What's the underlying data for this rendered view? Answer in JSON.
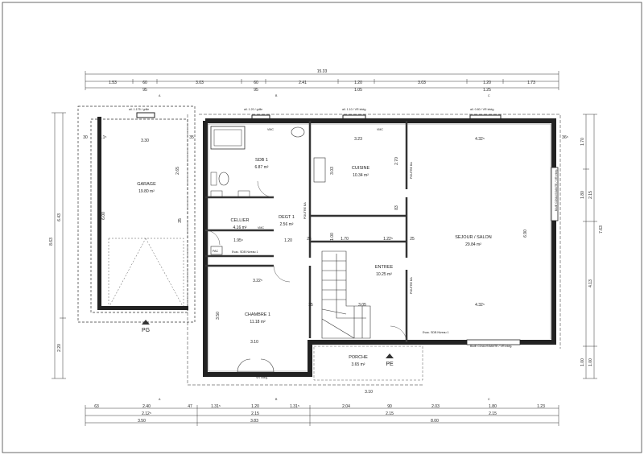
{
  "rooms": {
    "garage": {
      "name": "GARAGE",
      "area": "19.80 m²"
    },
    "sdb": {
      "name": "SDB 1",
      "area": "6.87 m²"
    },
    "cuisine": {
      "name": "CUISINE",
      "area": "10.34 m²"
    },
    "sejour": {
      "name": "SEJOUR / SALON",
      "area": "29.84 m²"
    },
    "cellier": {
      "name": "CELLIER",
      "area": "4.16 m²"
    },
    "degt": {
      "name": "DEGT 1",
      "area": "2.56 m²"
    },
    "entree": {
      "name": "ENTREE",
      "area": "10.25 m²"
    },
    "chambre": {
      "name": "CHAMBRE 1",
      "area": "11.18 m²"
    },
    "porche": {
      "name": "PORCHE",
      "area": "3.65 m²"
    }
  },
  "markers": {
    "pg": "PG",
    "pe": "PE",
    "pac": "PAC",
    "a": "A",
    "b": "B",
    "c": "C"
  },
  "openings": {
    "garage_win": "ail. 1.175 / grille",
    "sdb_win": "ail. 1.20 / grille",
    "cuisine_win": "all. 1.10 / VR intég.",
    "sejour_win": "all. 0.80 / VR intég.",
    "baie_right": "BAIE COULISSANTE / VR intég.",
    "baie_bottom": "BAIE COULISSANTE / VR intég.",
    "chambre_win": "VR intég.",
    "evac_cellier": "Evac. SDB Niveau 1",
    "evac_entree": "Evac. SDB Niveau 1",
    "poutre": "POUTRE BA",
    "vmc": "VMC"
  },
  "dims_top": {
    "total": "15.33",
    "row1": [
      "1.53",
      "60",
      "3.03",
      "60",
      "2.41",
      "1.20",
      "3.03",
      "1.20",
      "1.73"
    ],
    "row2": [
      "95",
      "95",
      "1.05",
      "1.25"
    ]
  },
  "dims_bottom": {
    "row1": [
      "63",
      "2.40",
      "47",
      "1.31⁵",
      "1.20",
      "1.31⁵",
      "2.04",
      "90",
      "2.03",
      "1.80",
      "1.23"
    ],
    "row2": [
      "2.12⁵",
      "2.15",
      "2.15",
      "2.15"
    ],
    "row3": [
      "3.50",
      "3.83",
      "8.00"
    ],
    "porche": "3.10"
  },
  "dims_left": {
    "total": "8.63",
    "upper": "6.43",
    "lower": "2.20"
  },
  "dims_right": {
    "total": "7.63",
    "parts": [
      "1.70",
      "1.80",
      "2.15",
      "4.13",
      "1.00",
      "1.00"
    ]
  },
  "dims_inner": {
    "garage_w": "3.30",
    "garage_h": "6.00",
    "garage_left": "30",
    "garage_lw": "2.1⁵",
    "garage_r1": "35",
    "garage_r2": "2.65",
    "garage_r3": "35",
    "cuisine_w": "3.23",
    "cuisine_h": "3.03",
    "cuisine_h2": "2.70",
    "sejour_w": "4.32⁵",
    "sejour_w2": "4.32⁵",
    "sejour_h": "6.90",
    "cellier_w": "1.95⁵",
    "cellier_r": "1.20",
    "chambre_w": "3.22⁵",
    "chambre_h": "3.50",
    "chambre_win": "3.10",
    "entree_w": "3.05",
    "entree_a": "1.70",
    "entree_b": "1.22⁵",
    "entree_c": "25",
    "wall_a": "25",
    "wall_b": "83",
    "wall_c": "1.00",
    "wall_d": "35",
    "wall_e": "36⁵",
    "wall_f": "4.32⁵"
  }
}
